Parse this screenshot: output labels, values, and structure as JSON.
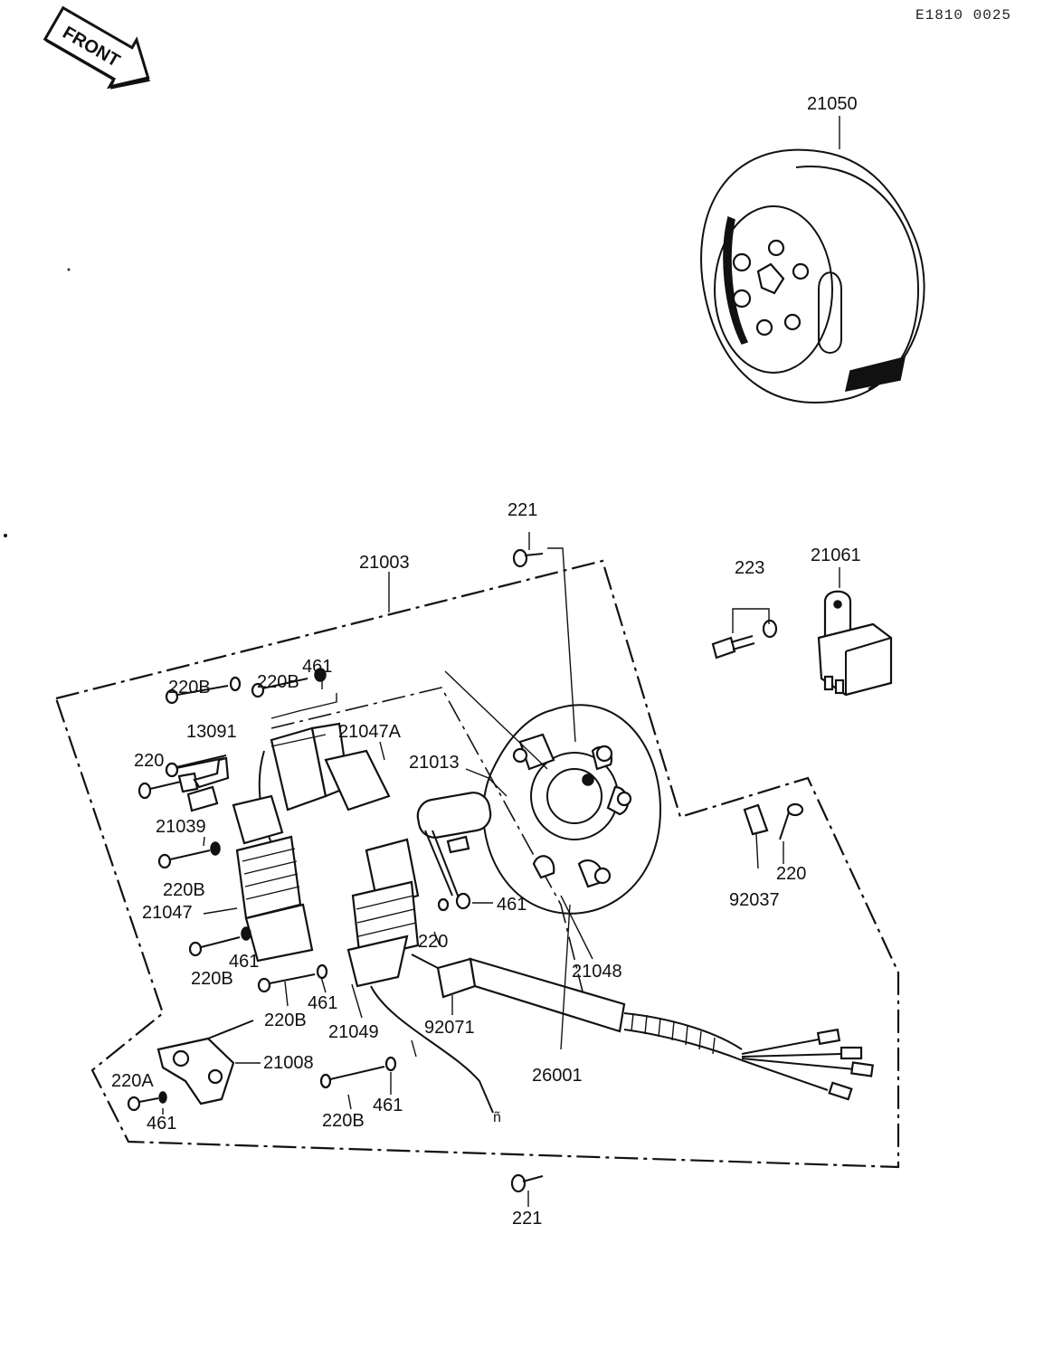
{
  "header": {
    "diagram_code": "E1810 0025",
    "front_badge": "FRONT"
  },
  "labels": {
    "p21050": "21050",
    "p221_top": "221",
    "p21003": "21003",
    "p223": "223",
    "p21061": "21061",
    "p220B_a": "220B",
    "p220B_b": "220B",
    "p461_a": "461",
    "p13091": "13091",
    "p21047A": "21047A",
    "p220_a": "220",
    "p21013": "21013",
    "p21039": "21039",
    "p220B_c": "220B",
    "p21047": "21047",
    "p461_b": "461",
    "p220_b": "220",
    "p461_c": "461",
    "p220B_d": "220B",
    "p461_d": "461",
    "p220B_e": "220B",
    "p21049": "21049",
    "p92071": "92071",
    "p21048": "21048",
    "p92037": "92037",
    "p220_c": "220",
    "p21008": "21008",
    "p26001": "26001",
    "p220A": "220A",
    "p461_e": "461",
    "p220B_f": "220B",
    "p461_f": "461",
    "p221_bottom": "221"
  }
}
